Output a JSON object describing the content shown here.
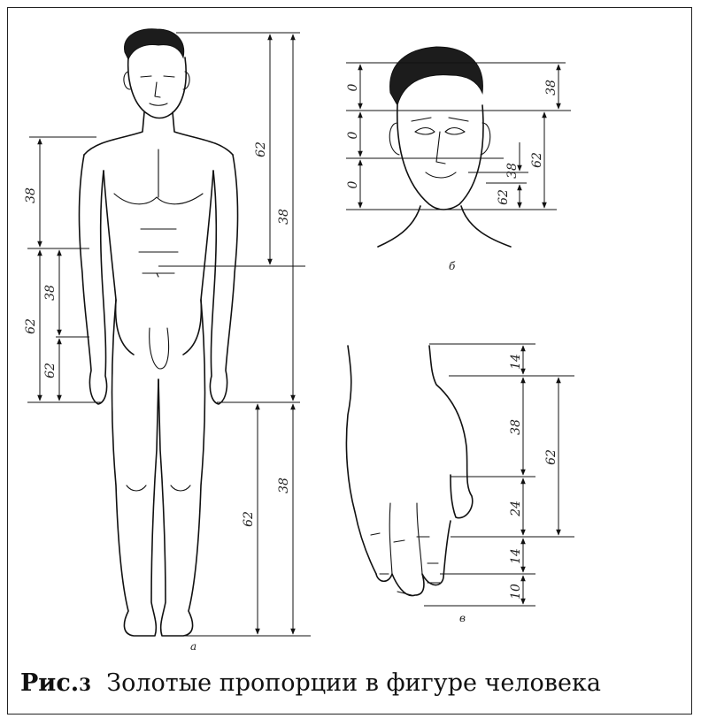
{
  "caption": {
    "fig_label": "Рис.",
    "fig_number": "3",
    "text": "Золотые пропорции в фигуре человека"
  },
  "panels": {
    "body": {
      "letter": "а",
      "labels": [
        "38",
        "62",
        "38",
        "62",
        "62",
        "38",
        "62",
        "38"
      ]
    },
    "head": {
      "letter": "б",
      "labels": [
        "0",
        "0",
        "0",
        "38",
        "62",
        "38",
        "62"
      ]
    },
    "hand": {
      "letter": "в",
      "labels": [
        "14",
        "38",
        "24",
        "14",
        "10",
        "62"
      ]
    }
  }
}
